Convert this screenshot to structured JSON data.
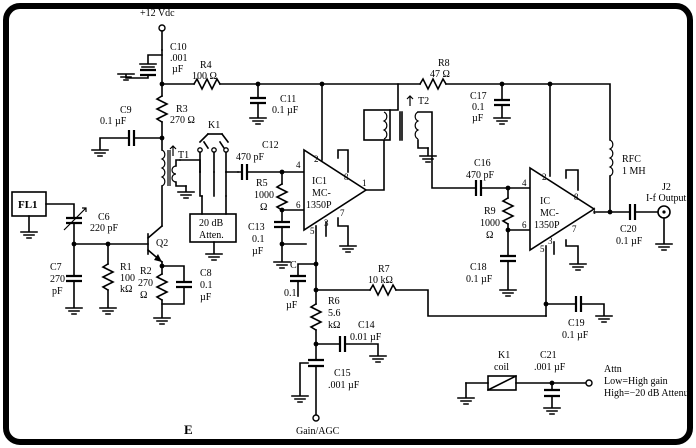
{
  "supply": {
    "label": "+12 Vdc"
  },
  "components": {
    "C10": {
      "ref": "C10",
      "value": ".001",
      "unit": "µF"
    },
    "R4": {
      "ref": "R4",
      "value": "100 Ω"
    },
    "C11": {
      "ref": "C11",
      "value": "0.1 µF"
    },
    "R3": {
      "ref": "R3",
      "value": "270 Ω"
    },
    "C9": {
      "ref": "C9",
      "value": "0.1 µF"
    },
    "T1": {
      "ref": "T1"
    },
    "K1": {
      "ref": "K1"
    },
    "C12": {
      "ref": "C12",
      "value": "470 pF"
    },
    "atten": {
      "line1": "20 dB",
      "line2": "Atten."
    },
    "FL1": {
      "ref": "FL1"
    },
    "C6": {
      "ref": "C6",
      "value": "220 pF"
    },
    "Q2": {
      "ref": "Q2"
    },
    "C7": {
      "ref": "C7",
      "value": "270",
      "unit": "pF"
    },
    "R1": {
      "ref": "R1",
      "value": "100",
      "unit": "kΩ"
    },
    "R2": {
      "ref": "R2",
      "value": "270",
      "unit": "Ω"
    },
    "C8": {
      "ref": "C8",
      "value": "0.1",
      "unit": "µF"
    },
    "R5": {
      "ref": "R5",
      "value": "1000",
      "unit": "Ω"
    },
    "C13": {
      "ref": "C13",
      "value": "0.1",
      "unit": "µF"
    },
    "C": {
      "ref": "C",
      "value": "0.1",
      "unit": "µF"
    },
    "IC1": {
      "ref": "IC1",
      "part": "MC-",
      "part2": "1350P"
    },
    "R8": {
      "ref": "R8",
      "value": "47 Ω"
    },
    "T2": {
      "ref": "T2"
    },
    "C17": {
      "ref": "C17",
      "value": "0.1",
      "unit": "µF"
    },
    "R7": {
      "ref": "R7",
      "value": "10 kΩ"
    },
    "R6": {
      "ref": "R6",
      "value": "5.6",
      "unit": "kΩ"
    },
    "C14": {
      "ref": "C14",
      "value": "0.01 µF"
    },
    "C15": {
      "ref": "C15",
      "value": ".001 µF"
    },
    "C16": {
      "ref": "C16",
      "value": "470 pF"
    },
    "R9": {
      "ref": "R9",
      "value": "1000",
      "unit": "Ω"
    },
    "C18": {
      "ref": "C18",
      "value": "0.1 µF"
    },
    "IC": {
      "ref": "IC",
      "part": "MC-",
      "part2": "1350P"
    },
    "RFC": {
      "ref": "RFC",
      "value": "1 MH"
    },
    "J2": {
      "ref": "J2",
      "label": "I-f Output"
    },
    "C20": {
      "ref": "C20",
      "value": "0.1 µF"
    },
    "C19": {
      "ref": "C19",
      "value": "0.1 µF"
    },
    "K1coil": {
      "ref": "K1",
      "label": "coil"
    },
    "C21": {
      "ref": "C21",
      "value": ".001 µF"
    }
  },
  "pins": {
    "ic1": {
      "p1": "1",
      "p2": "2",
      "p3": "3",
      "p4": "4",
      "p5": "5",
      "p6": "6",
      "p7": "7",
      "p8": "8"
    },
    "ic2": {
      "p1": "1",
      "p2": "2",
      "p3": "3",
      "p4": "4",
      "p5": "5",
      "p6": "6",
      "p7": "7",
      "p8": "8"
    }
  },
  "attn_note": {
    "title": "Attn",
    "low": "Low=High gain",
    "high": "High=−20 dB Attenu"
  },
  "gain_agc": {
    "label": "Gain/AGC"
  },
  "figure_letter": "E"
}
